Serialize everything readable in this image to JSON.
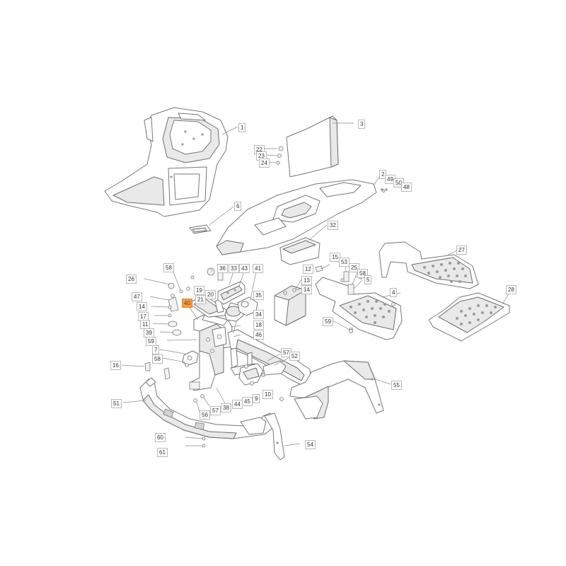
{
  "diagram": {
    "colors": {
      "line": "#777777",
      "label_border": "#b9b9b9",
      "highlight": "#f3a04a"
    },
    "highlighted_callout": "40",
    "callouts": [
      "1",
      "3",
      "22",
      "23",
      "24",
      "2",
      "49",
      "50",
      "48",
      "6",
      "32",
      "27",
      "28",
      "58",
      "36",
      "33",
      "43",
      "41",
      "26",
      "19",
      "20",
      "35",
      "34",
      "47",
      "40",
      "21",
      "14",
      "17",
      "11",
      "18",
      "46",
      "39",
      "59",
      "7",
      "58",
      "16",
      "57",
      "52",
      "55",
      "51",
      "38",
      "44",
      "45",
      "9",
      "10",
      "56",
      "57",
      "54",
      "60",
      "61",
      "12",
      "13",
      "14",
      "15",
      "53",
      "25",
      "58",
      "5",
      "4",
      "59"
    ]
  }
}
